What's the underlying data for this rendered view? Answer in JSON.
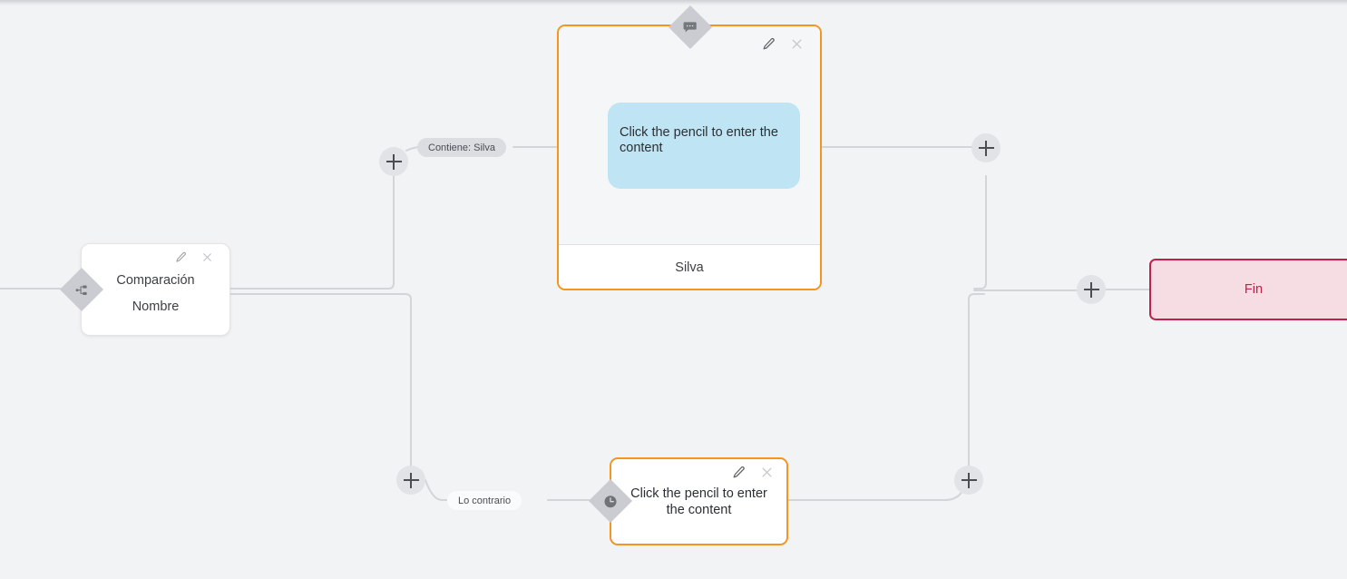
{
  "canvas": {
    "background_color": "#f2f3f5",
    "accent_orange": "#f7941e",
    "end_node_color": "#c2204a",
    "bubble_color": "#bfe5f5"
  },
  "comparison_node": {
    "title": "Comparación",
    "subtitle": "Nombre",
    "badge_icon": "branch-icon",
    "edit_icon": "pencil-icon",
    "close_icon": "close-icon"
  },
  "message_card": {
    "badge_icon": "chat-bubble-icon",
    "edit_icon": "pencil-icon",
    "close_icon": "close-icon",
    "bubble_text": "Click the pencil to enter the content",
    "footer_label": "Silva"
  },
  "wait_card": {
    "badge_icon": "clock-icon",
    "edit_icon": "pencil-icon",
    "close_icon": "close-icon",
    "body_text": "Click the pencil to enter the content"
  },
  "end_node": {
    "label": "Fin"
  },
  "edge_labels": {
    "branch_true": "Contiene: Silva",
    "branch_false": "Lo contrario"
  },
  "add_buttons": {
    "icon": "plus-icon",
    "branch_true_left": "+",
    "branch_false_left": "+",
    "branch_true_right": "+",
    "branch_false_right": "+",
    "before_end": "+"
  }
}
